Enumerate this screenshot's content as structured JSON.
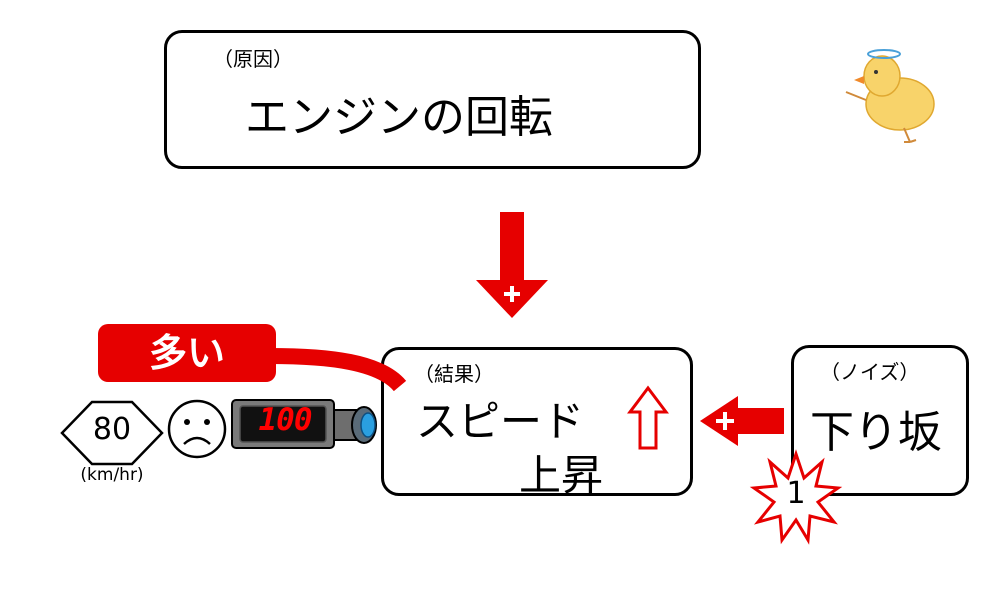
{
  "cause_box": {
    "small_label": "（原因）",
    "label": "エンジンの回転"
  },
  "result_box": {
    "small_label": "（結果）",
    "label_main": "スピード",
    "label_sub": "上昇"
  },
  "noise_box": {
    "small_label": "（ノイズ）",
    "label": "下り坂"
  },
  "effect_tag": {
    "label": "多い"
  },
  "speed_limit": {
    "value": "80",
    "unit": "(km/hr)"
  },
  "speed_camera": {
    "reading": "100"
  },
  "noise_marker": {
    "number": "1"
  },
  "arrows": [
    {
      "from": "cause",
      "to": "result",
      "sign": "+"
    },
    {
      "from": "noise",
      "to": "result",
      "sign": "+"
    }
  ],
  "colors": {
    "accent_red": "#e60000",
    "box_border": "#000000",
    "chick": "#f6c94a"
  },
  "icons": [
    "speed-limit-sign-icon",
    "sad-face-icon",
    "speed-camera-icon",
    "up-arrow-icon",
    "explosion-star-icon",
    "chick-icon"
  ]
}
